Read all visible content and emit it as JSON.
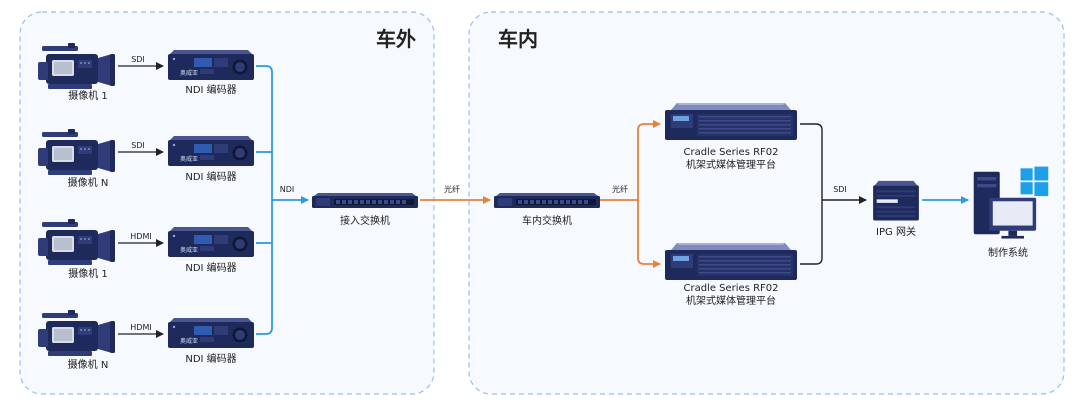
{
  "zones": {
    "outside": "车外",
    "inside": "车内"
  },
  "cameras": [
    {
      "label": "摄像机 1",
      "link": "SDI"
    },
    {
      "label": "摄像机 N",
      "link": "SDI"
    },
    {
      "label": "摄像机 1",
      "link": "HDMI"
    },
    {
      "label": "摄像机 N",
      "link": "HDMI"
    }
  ],
  "encoders": [
    {
      "label": "NDI 编码器",
      "brand": "奥威亚"
    },
    {
      "label": "NDI 编码器",
      "brand": "奥威亚"
    },
    {
      "label": "NDI 编码器",
      "brand": "奥威亚"
    },
    {
      "label": "NDI 编码器",
      "brand": "奥威亚"
    }
  ],
  "links": {
    "ndi": "NDI",
    "fiber1": "光纤",
    "fiber2": "光纤",
    "sdi_out": "SDI"
  },
  "access_switch": "接入交换机",
  "car_switch": "车内交换机",
  "platforms": [
    {
      "line1": "Cradle Series RF02",
      "line2": "机架式媒体管理平台"
    },
    {
      "line1": "Cradle Series RF02",
      "line2": "机架式媒体管理平台"
    }
  ],
  "gateway": "IPG 网关",
  "production": "制作系统",
  "colors": {
    "ndi_line": "#2d9be0",
    "fiber_line": "#e8823a",
    "sdi_line": "#222222",
    "zone_border": "#9bbde6",
    "zone_fill": "#f6f9fd",
    "device_dark": "#1f2a5c",
    "device_mid": "#2f3c78",
    "windows_blue": "#1ea0e8"
  }
}
